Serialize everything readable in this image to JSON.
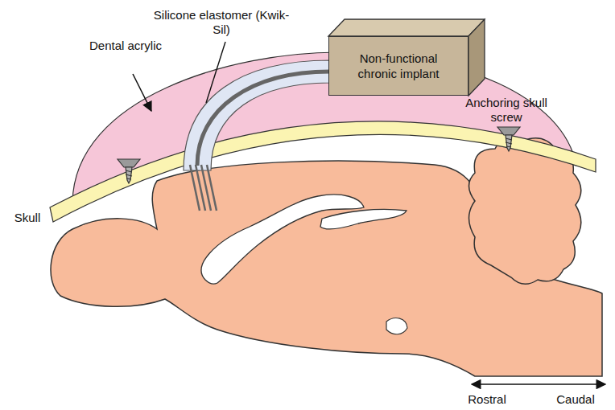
{
  "diagram": {
    "nodes": [
      {
        "text": [
          "Non-functional chronic implant"
        ]
      }
    ],
    "labels": [
      "Dental acrylic",
      "Silicone elastomer (Kwik-Sil)",
      "Anchoring skull screw",
      "Skull",
      "Rostral",
      "Caudal"
    ]
  }
}
